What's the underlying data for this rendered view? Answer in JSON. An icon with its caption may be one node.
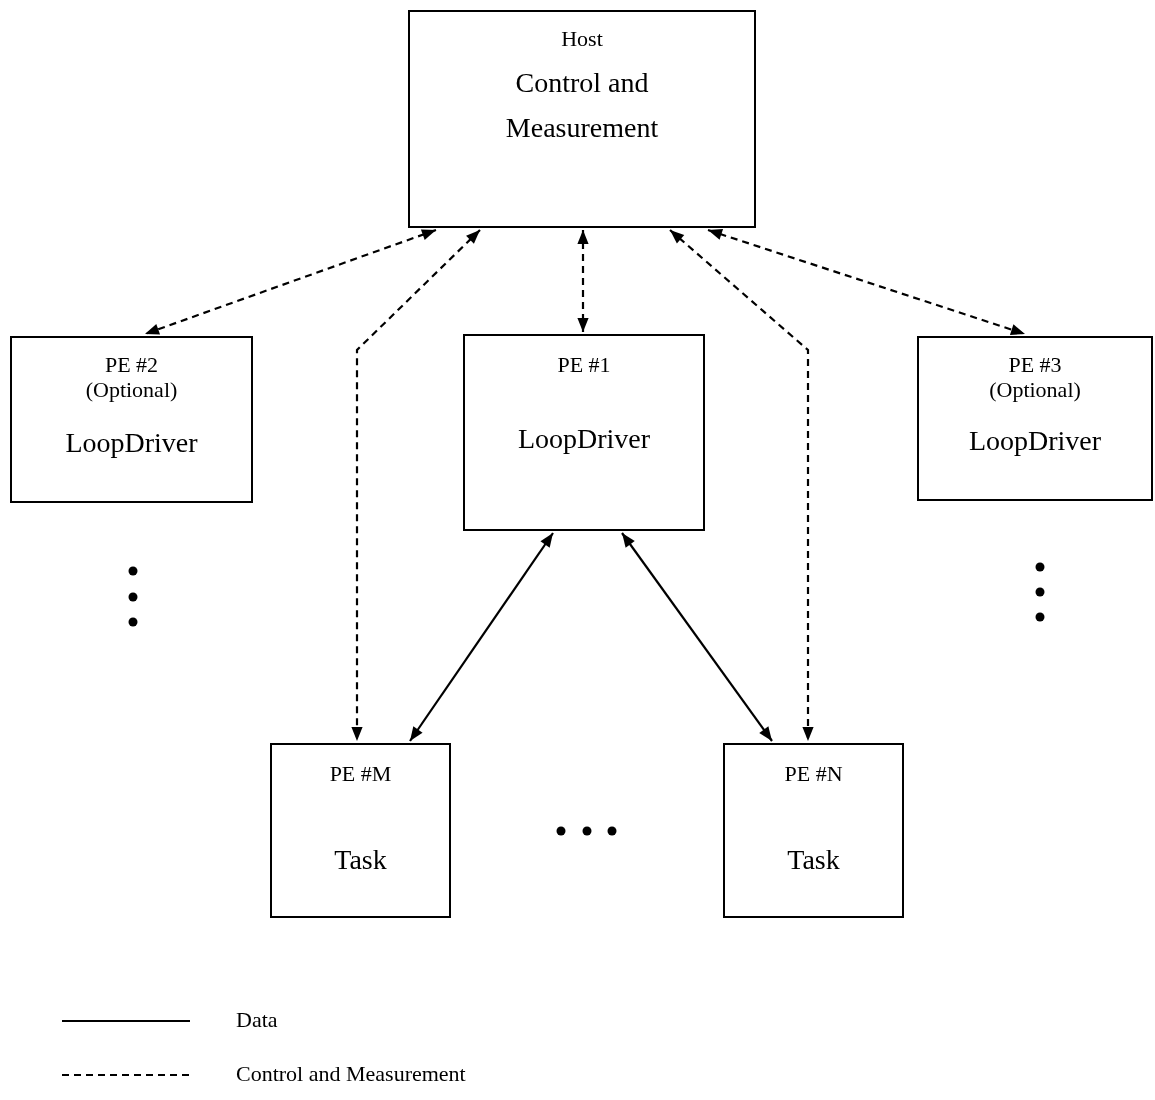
{
  "diagram": {
    "nodes": [
      {
        "text": [
          "Host",
          "Control and Measurement"
        ]
      },
      {
        "text": [
          "PE #2",
          "(Optional)",
          "LoopDriver"
        ]
      },
      {
        "text": [
          "PE #1",
          "LoopDriver"
        ]
      },
      {
        "text": [
          "PE #3",
          "(Optional)",
          "LoopDriver"
        ]
      },
      {
        "text": [
          "PE #M",
          "Task"
        ]
      },
      {
        "text": [
          "PE #N",
          "Task"
        ]
      }
    ],
    "edges": [
      {
        "from": 0,
        "to": 1,
        "arrow": "both",
        "style": "dashed"
      },
      {
        "from": 0,
        "to": 4,
        "arrow": "both",
        "style": "dashed"
      },
      {
        "from": 0,
        "to": 2,
        "arrow": "both",
        "style": "dashed"
      },
      {
        "from": 0,
        "to": 5,
        "arrow": "both",
        "style": "dashed"
      },
      {
        "from": 0,
        "to": 3,
        "arrow": "both",
        "style": "dashed"
      },
      {
        "from": 2,
        "to": 4,
        "arrow": "both"
      },
      {
        "from": 2,
        "to": 5,
        "arrow": "both"
      }
    ],
    "legend": [
      {
        "text": "Data"
      },
      {
        "text": "Control and Measurement"
      }
    ]
  }
}
